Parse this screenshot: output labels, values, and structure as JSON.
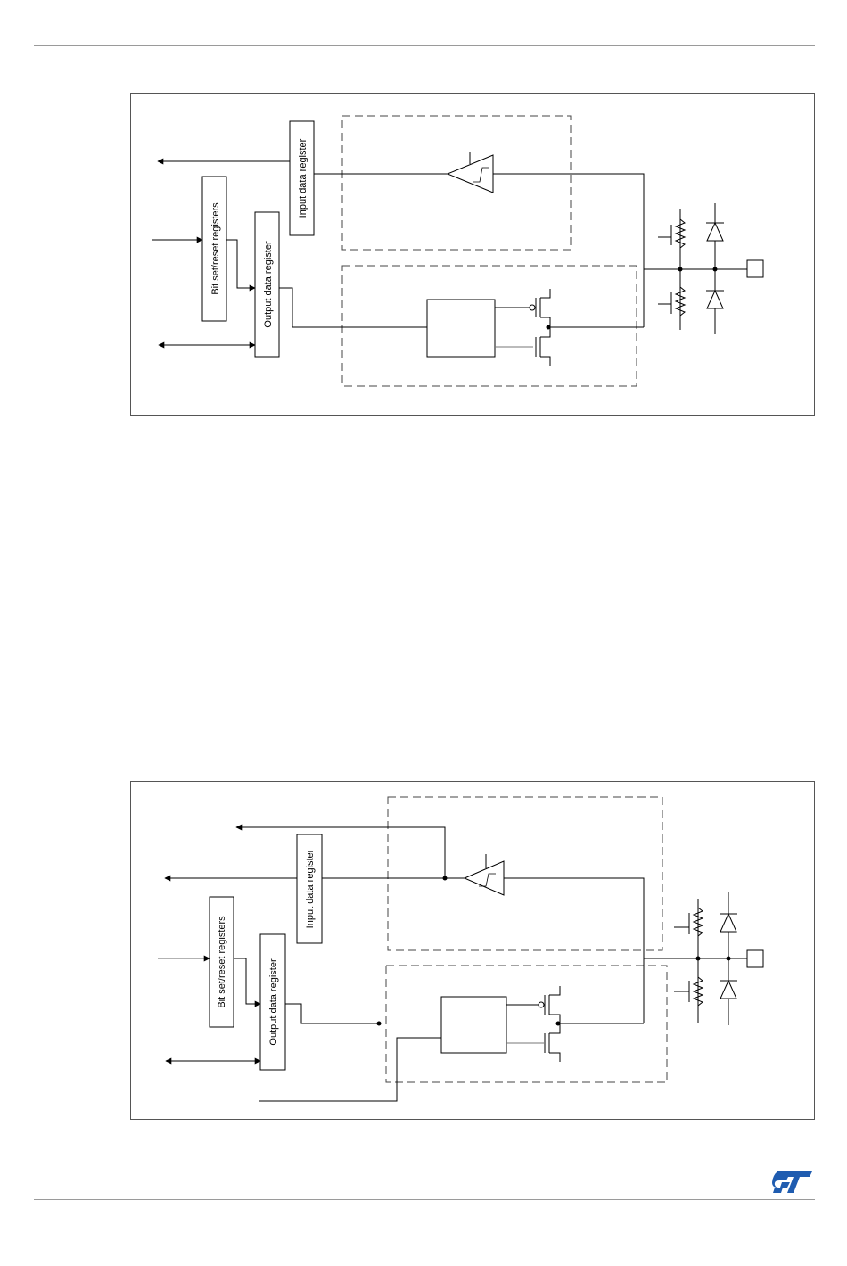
{
  "figure_top": {
    "labels": {
      "input_data_register": "Input data register",
      "bit_set_reset_registers": "Bit set/reset registers",
      "output_data_register": "Output data register"
    }
  },
  "figure_bottom": {
    "labels": {
      "input_data_register": "Input data register",
      "bit_set_reset_registers": "Bit set/reset registers",
      "output_data_register": "Output data register"
    }
  },
  "footer": {
    "logo": "st-logo"
  }
}
